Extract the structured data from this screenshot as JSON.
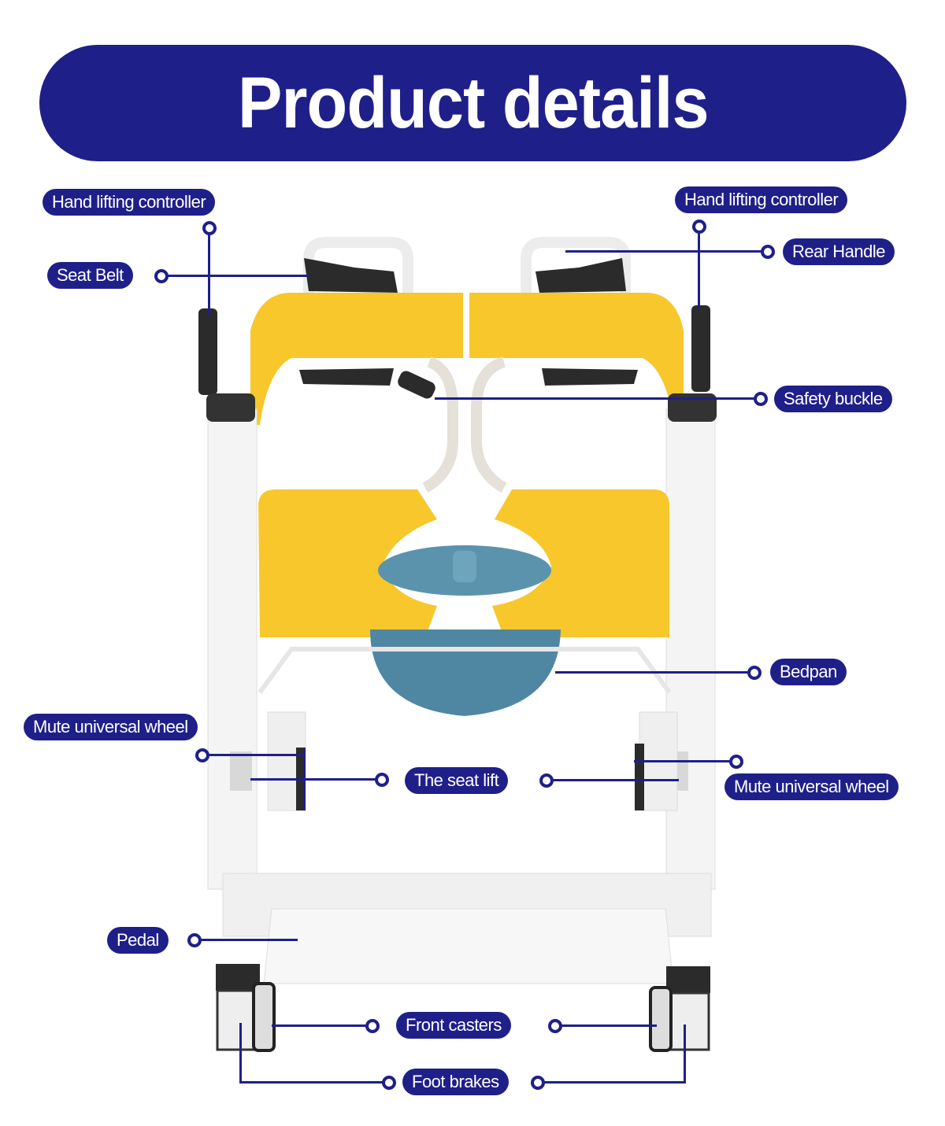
{
  "header": {
    "title": "Product details"
  },
  "colors": {
    "accent": "#1f1f8a",
    "seat_yellow": "#f7c72c",
    "bedpan_blue": "#4f87a3",
    "frame_white": "#f4f4f4",
    "grip_black": "#2b2b2b"
  },
  "callouts": [
    {
      "id": "hand-lifting-controller-left",
      "label": "Hand lifting controller"
    },
    {
      "id": "seat-belt",
      "label": "Seat Belt"
    },
    {
      "id": "hand-lifting-controller-right",
      "label": "Hand lifting controller"
    },
    {
      "id": "rear-handle",
      "label": "Rear Handle"
    },
    {
      "id": "safety-buckle",
      "label": "Safety buckle"
    },
    {
      "id": "bedpan",
      "label": "Bedpan"
    },
    {
      "id": "mute-universal-wheel-left",
      "label": "Mute universal wheel"
    },
    {
      "id": "the-seat-lift",
      "label": "The seat lift"
    },
    {
      "id": "mute-universal-wheel-right",
      "label": "Mute universal wheel"
    },
    {
      "id": "pedal",
      "label": "Pedal"
    },
    {
      "id": "front-casters",
      "label": "Front casters"
    },
    {
      "id": "foot-brakes",
      "label": "Foot brakes"
    }
  ]
}
